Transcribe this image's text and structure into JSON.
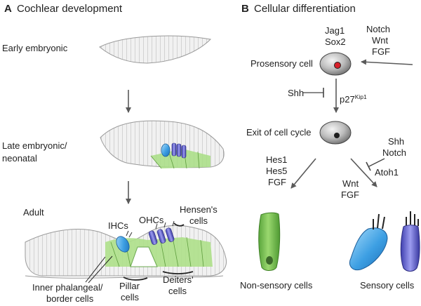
{
  "panel_a": {
    "letter": "A",
    "title": "Cochlear development",
    "stage_early": "Early embryonic",
    "stage_late_1": "Late embryonic/",
    "stage_late_2": "neonatal",
    "stage_adult": "Adult",
    "label_ihcs": "IHCs",
    "label_ohcs": "OHCs",
    "label_hensens_1": "Hensen's",
    "label_hensens_2": "cells",
    "label_inner_1": "Inner phalangeal/",
    "label_inner_2": "border cells",
    "label_pillar_1": "Pillar",
    "label_pillar_2": "cells",
    "label_deiters_1": "Deiters'",
    "label_deiters_2": "cells"
  },
  "panel_b": {
    "letter": "B",
    "title": "Cellular differentiation",
    "jag1": "Jag1",
    "sox2": "Sox2",
    "notch_top": "Notch",
    "wnt_top": "Wnt",
    "fgf_top": "FGF",
    "prosensory": "Prosensory cell",
    "shh_left": "Shh",
    "p27": "p27",
    "p27_sup": "Kip1",
    "exit": "Exit of cell cycle",
    "shh_right": "Shh",
    "notch_right": "Notch",
    "atoh1": "Atoh1",
    "hes1": "Hes1",
    "hes5": "Hes5",
    "fgf_left": "FGF",
    "wnt_mid": "Wnt",
    "fgf_mid": "FGF",
    "nonsensory": "Non-sensory cells",
    "sensory": "Sensory cells"
  },
  "colors": {
    "green_support": "#8ccf6a",
    "ihc_blue": "#4aa8e8",
    "ohc_purple": "#6a6ad0",
    "cell_outline": "#9a9a9a",
    "arrow_gray": "#5a5a5a",
    "prosensory_nucleus": "#d8202a"
  }
}
